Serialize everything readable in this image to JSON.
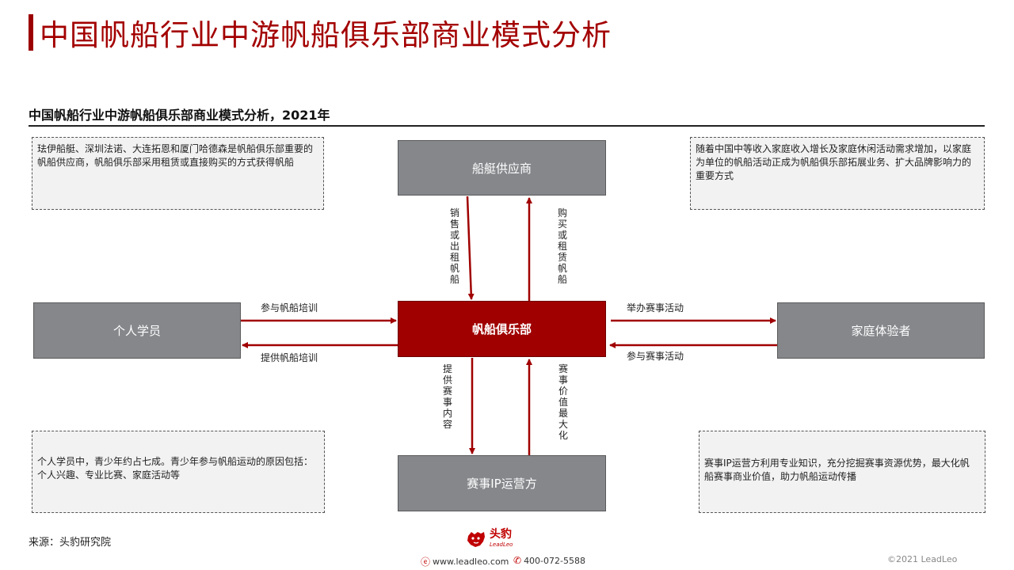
{
  "header": {
    "title": "中国帆船行业中游帆船俱乐部商业模式分析",
    "subtitle": "中国帆船行业中游帆船俱乐部商业模式分析，2021年"
  },
  "notes": {
    "top_left": "珐伊船艇、深圳法诺、大连拓恩和厦门哈德森是帆船俱乐部重要的帆船供应商，帆船俱乐部采用租赁或直接购买的方式获得帆船",
    "top_right": "随着中国中等收入家庭收入增长及家庭休闲活动需求增加，以家庭为单位的帆船活动正成为帆船俱乐部拓展业务、扩大品牌影响力的重要方式",
    "bottom_left": "个人学员中，青少年约占七成。青少年参与帆船运动的原因包括：个人兴趣、专业比赛、家庭活动等",
    "bottom_right": "赛事IP运营方利用专业知识，充分挖掘赛事资源优势，最大化帆船赛事商业价值，助力帆船运动传播"
  },
  "nodes": {
    "supplier": "船艇供应商",
    "club": "帆船俱乐部",
    "student": "个人学员",
    "family": "家庭体验者",
    "ip_operator": "赛事IP运营方"
  },
  "edges": {
    "supplier_to_club": "销售或出租帆船",
    "club_to_supplier": "购买或租赁帆船",
    "student_to_club": "参与帆船培训",
    "club_to_student": "提供帆船培训",
    "club_to_family": "举办赛事活动",
    "family_to_club": "参与赛事活动",
    "club_to_ip": "提供赛事内容",
    "ip_to_club": "赛事价值最大化"
  },
  "footer": {
    "source": "来源：头豹研究院",
    "logo_cn": "头豹",
    "logo_en": "LeadLeo",
    "website": "www.leadleo.com",
    "phone": "400-072-5588",
    "copyright": "©2021 LeadLeo"
  },
  "colors": {
    "accent": "#a00000",
    "node_gray": "#85878b",
    "arrow": "#a00000"
  }
}
